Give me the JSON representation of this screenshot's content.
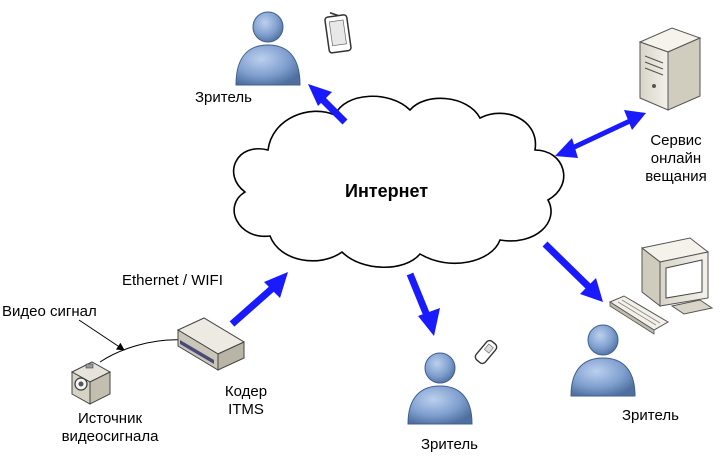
{
  "cloud": {
    "label": "Интернет"
  },
  "server": {
    "line1": "Сервис",
    "line2": "онлайн",
    "line3": "вещания"
  },
  "viewers": {
    "top": "Зритель",
    "bottom": "Зритель",
    "right": "Зритель"
  },
  "encoder": {
    "line1": "Кодер",
    "line2": "ITMS"
  },
  "source": {
    "line1": "Источник",
    "line2": "видеосигнала"
  },
  "links": {
    "ethernet": "Ethernet / WIFI",
    "video_signal": "Видео сигнал"
  },
  "colors": {
    "arrow": "#1a1aff",
    "person": "#7f9fcf",
    "person_dark": "#4f6f9f"
  }
}
